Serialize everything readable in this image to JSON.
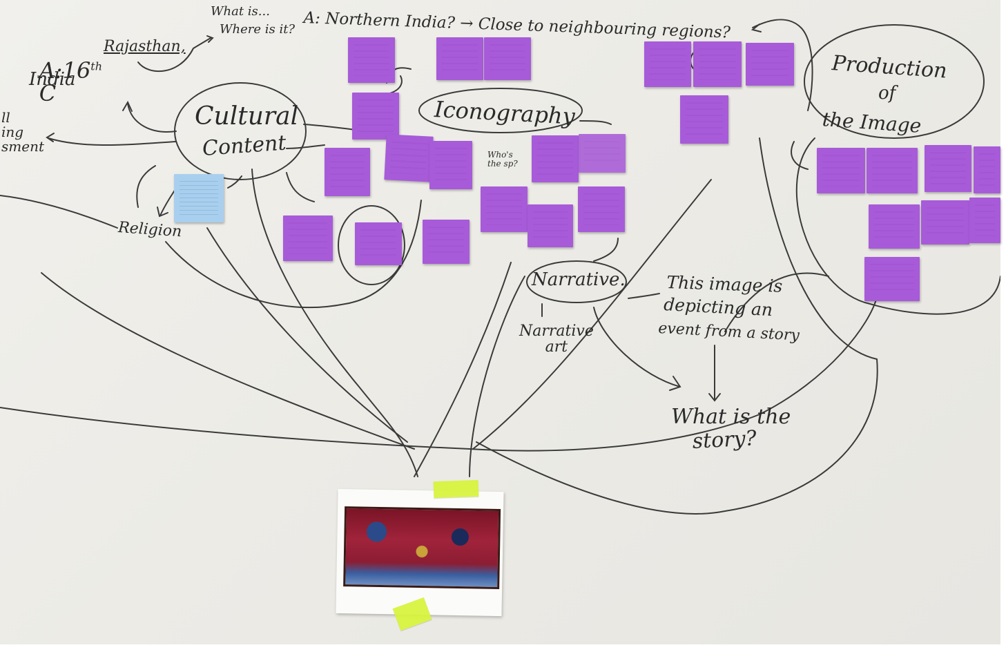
{
  "board": {
    "labels": {
      "a_16th": "A:16",
      "a_16th_sup": "th",
      "a_c": "C",
      "rajasthan": "Rajasthan,",
      "india": "India",
      "what_is": "What is...",
      "where_is_it": "Where is it?",
      "northern_india": "A: Northern India? → Close to neighbouring regions?",
      "cultural": "Cultural",
      "content": "Content",
      "iconography": "Iconography",
      "whos_sp": "Who's\nthe sp?",
      "production": "Production",
      "of": "of",
      "the_image": "the Image",
      "left_edge": "ll\ning\nsment",
      "religion": "Religion",
      "narrative": "Narrative.",
      "narrative_art": "Narrative\nart",
      "depicting_1": "This image is",
      "depicting_2": "depicting an",
      "depicting_3": "event from a story",
      "what_is_the": "What is the",
      "story": "story?"
    }
  },
  "colors": {
    "sticky_purple": "#a75bd8",
    "sticky_blue": "#a9cfee",
    "tape_green": "#d8f43a",
    "marker": "#2a2a2a"
  }
}
